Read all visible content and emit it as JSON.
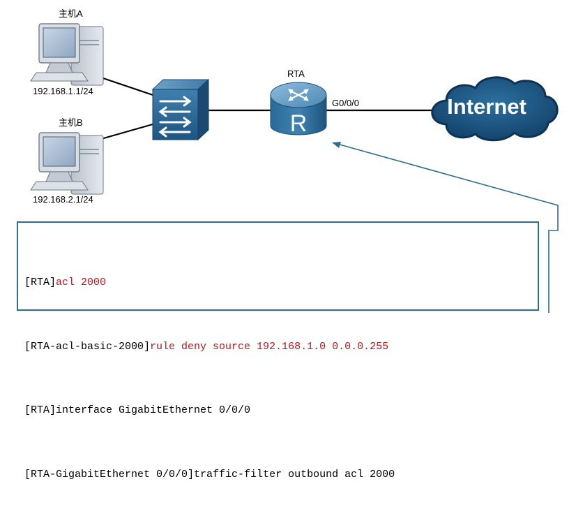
{
  "hosts": [
    {
      "name": "主机A",
      "ip": "192.168.1.1/24"
    },
    {
      "name": "主机B",
      "ip": "192.168.2.1/24"
    }
  ],
  "router": {
    "name": "RTA",
    "symbol": "R",
    "interface": "G0/0/0"
  },
  "cloud": {
    "label": "Internet"
  },
  "colors": {
    "accent": "#2d6d8f",
    "command": "#c0141c",
    "device": "#1f5f8b"
  },
  "commands": [
    {
      "prompt": "[RTA]",
      "text": "acl 2000",
      "highlight": true
    },
    {
      "prompt": "[RTA-acl-basic-2000]",
      "text": "rule deny source 192.168.1.0 0.0.0.255",
      "highlight": true
    },
    {
      "prompt": "[RTA]",
      "text": "interface GigabitEthernet 0/0/0",
      "highlight": false
    },
    {
      "prompt": "[RTA-GigabitEthernet 0/0/0]",
      "text": "traffic-filter outbound acl 2000",
      "highlight": false
    }
  ]
}
